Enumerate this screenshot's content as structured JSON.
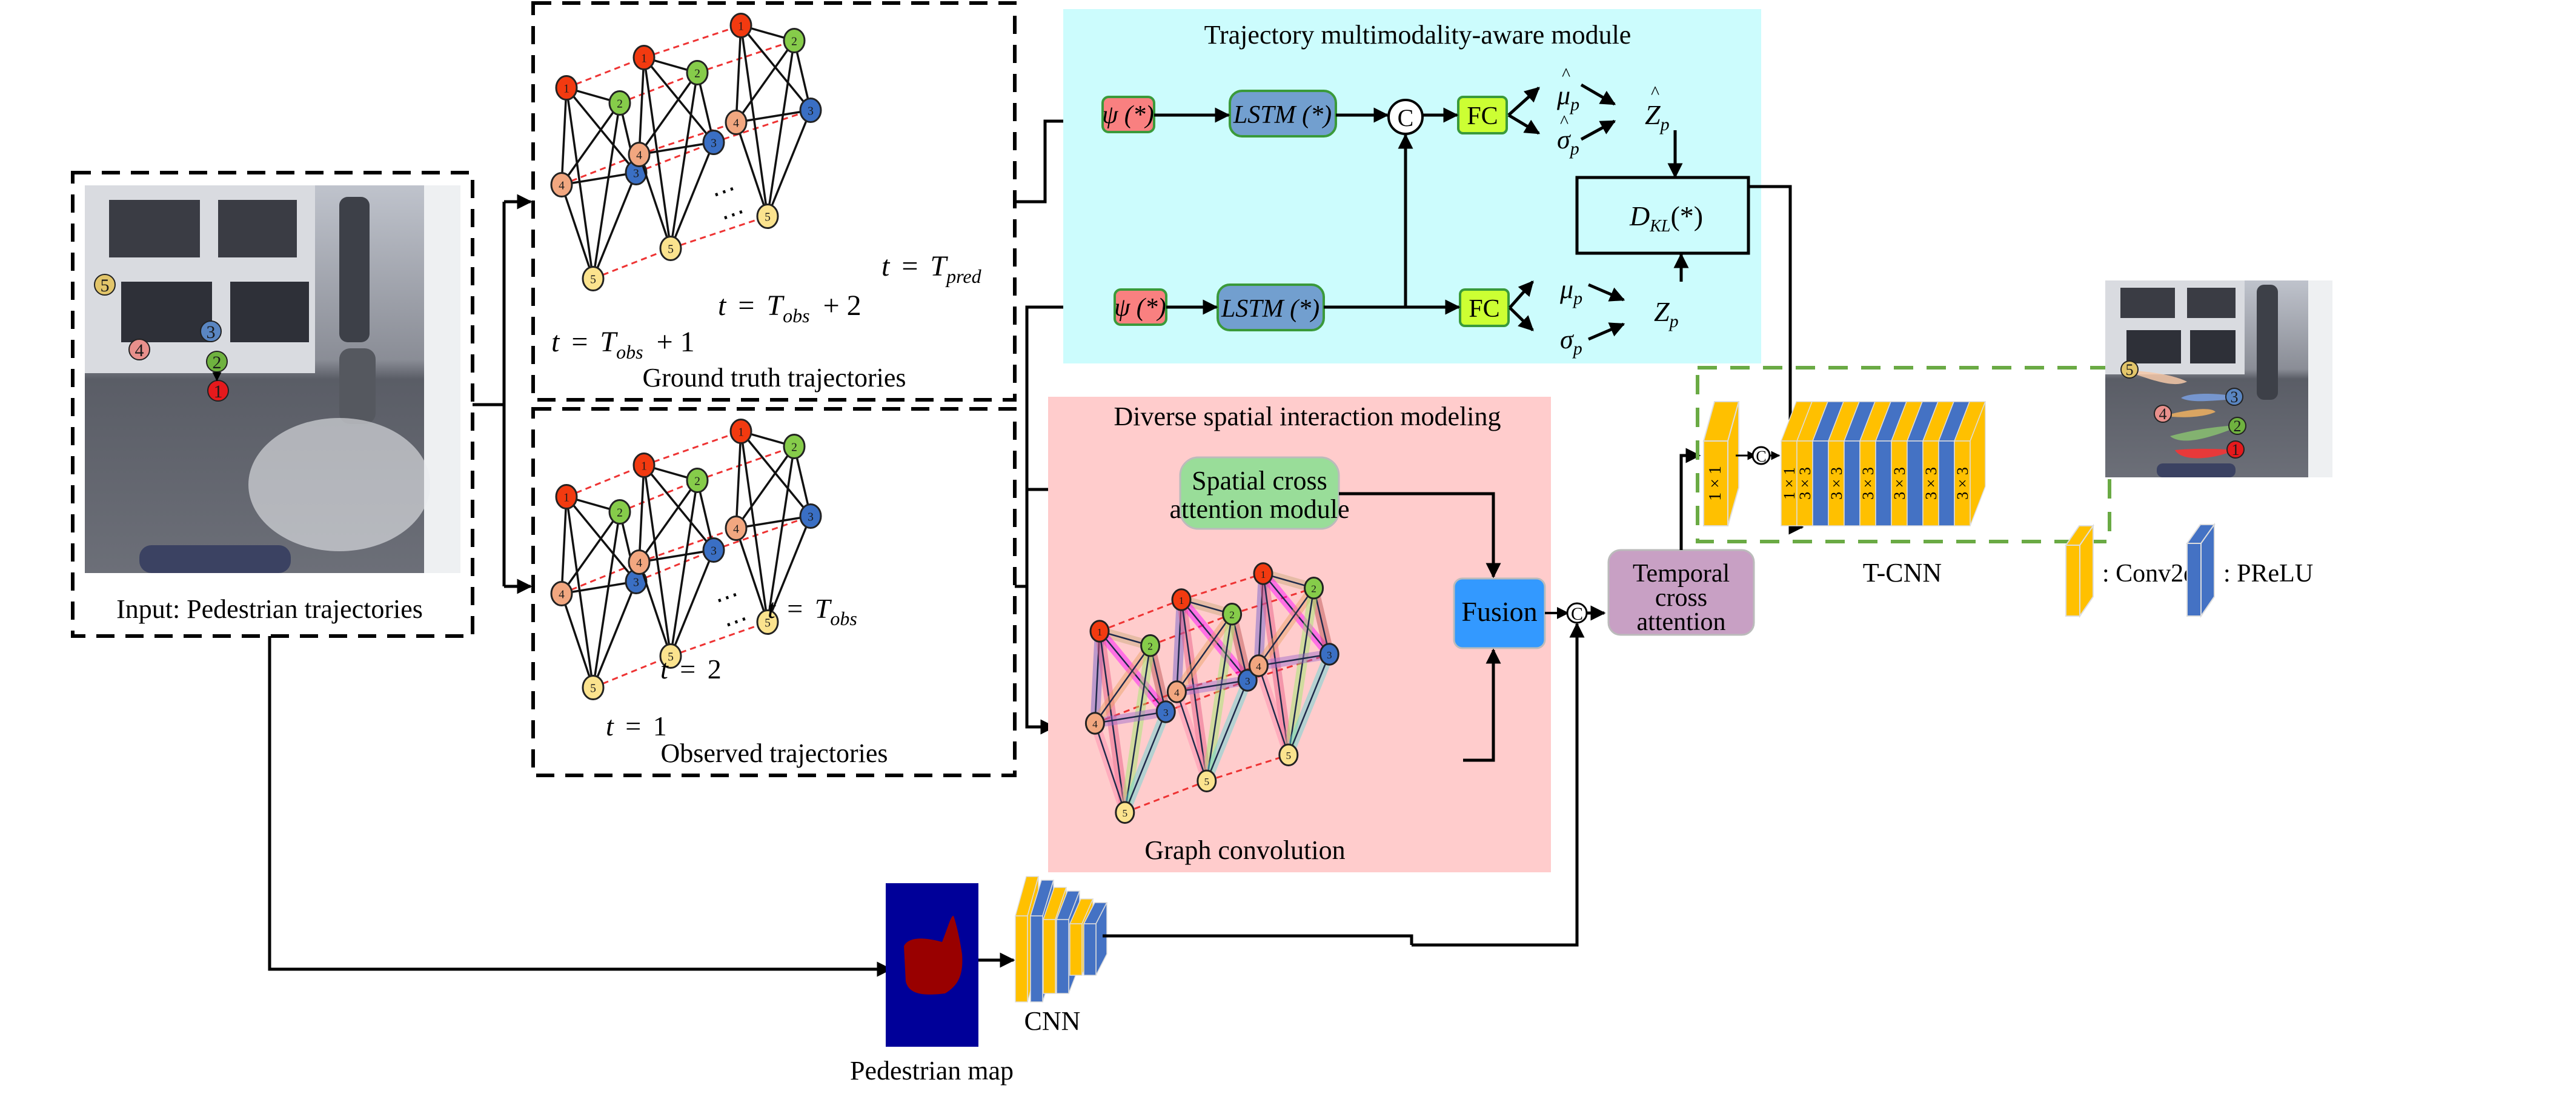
{
  "input": {
    "caption": "Input: Pedestrian trajectories",
    "pedestrians": [
      {
        "id": "1",
        "color": "#e5191c"
      },
      {
        "id": "2",
        "color": "#6fb23f"
      },
      {
        "id": "3",
        "color": "#5a86c2"
      },
      {
        "id": "4",
        "color": "#e8908c"
      },
      {
        "id": "5",
        "color": "#e2c56a"
      }
    ]
  },
  "ground_truth": {
    "caption": "Ground truth trajectories",
    "time_labels": [
      "t = T_obs + 1",
      "t = T_obs + 2",
      "t = T_pred"
    ],
    "t1": {
      "t": "t",
      "eq": "=",
      "T": "T",
      "sub": "obs",
      "suffix": "+ 1"
    },
    "t2": {
      "t": "t",
      "eq": "=",
      "T": "T",
      "sub": "obs",
      "suffix": "+ 2"
    },
    "t3": {
      "t": "t",
      "eq": "=",
      "T": "T",
      "sub": "pred",
      "suffix": ""
    },
    "ellipsis": "⋯"
  },
  "observed": {
    "caption": "Observed trajectories",
    "t1": {
      "t": "t",
      "eq": "=",
      "value": "1"
    },
    "t2": {
      "t": "t",
      "eq": "=",
      "value": "2"
    },
    "t3": {
      "t": "t",
      "eq": "=",
      "T": "T",
      "sub": "obs"
    },
    "ellipsis": "⋯"
  },
  "graph_nodes": {
    "labels": [
      "1",
      "2",
      "3",
      "4",
      "5"
    ],
    "colors": {
      "1": "#f23a10",
      "2": "#86cc4a",
      "3": "#3a6fc4",
      "4": "#f2a780",
      "5": "#fbe38e"
    }
  },
  "tmam": {
    "title": "Trajectory multimodality-aware module",
    "bg_color": "#ccfcfd",
    "psi_label": "ψ (*)",
    "lstm_label": "LSTM (*)",
    "concat_label": "C",
    "fc_label": "FC",
    "mu_hat": {
      "base": "μ",
      "sub": "p",
      "hat": "^"
    },
    "sigma_hat": {
      "base": "σ",
      "sub": "p",
      "hat": "^"
    },
    "z_hat": {
      "base": "Z",
      "sub": "p",
      "hat": "^"
    },
    "mu": {
      "base": "μ",
      "sub": "p"
    },
    "sigma": {
      "base": "σ",
      "sub": "p"
    },
    "z": {
      "base": "Z",
      "sub": "p"
    },
    "dkl": {
      "base": "D",
      "sub": "KL",
      "arg": "(*)"
    },
    "colors": {
      "psi": "#f98080",
      "lstm": "#729fcf",
      "fc": "#ccff33",
      "border": "#3a9a3a"
    }
  },
  "dsim": {
    "title": "Diverse spatial interaction modeling",
    "bg_color": "#ffcccc",
    "sca_label_line1": "Spatial cross",
    "sca_label_line2": "attention module",
    "fusion_label": "Fusion",
    "graph_caption": "Graph convolution",
    "colors": {
      "sca": "#99dd99",
      "fusion": "#3399ff"
    }
  },
  "temporal": {
    "line1": "Temporal",
    "line2": "cross",
    "line3": "attention",
    "color": "#c8a0c4"
  },
  "concat_symbol": "C",
  "tcnn": {
    "caption": "T-CNN",
    "first_block_label": "1 × 1",
    "layers": [
      "1 × 1",
      "3 × 3",
      "3 × 3",
      "3 × 3",
      "3 × 3",
      "3 × 3",
      "3 × 3"
    ]
  },
  "cnn": {
    "caption": "CNN"
  },
  "pedestrian_map": {
    "caption": "Pedestrian map",
    "bg_color": "#000099",
    "blob_color": "#990000"
  },
  "output": {
    "pedestrians": [
      "1",
      "2",
      "3",
      "4",
      "5"
    ]
  },
  "legend": {
    "conv2d_label": ": Conv2d",
    "prelu_label": ": PReLU",
    "conv2d_color": "#ffc000",
    "prelu_color": "#4472c4"
  }
}
